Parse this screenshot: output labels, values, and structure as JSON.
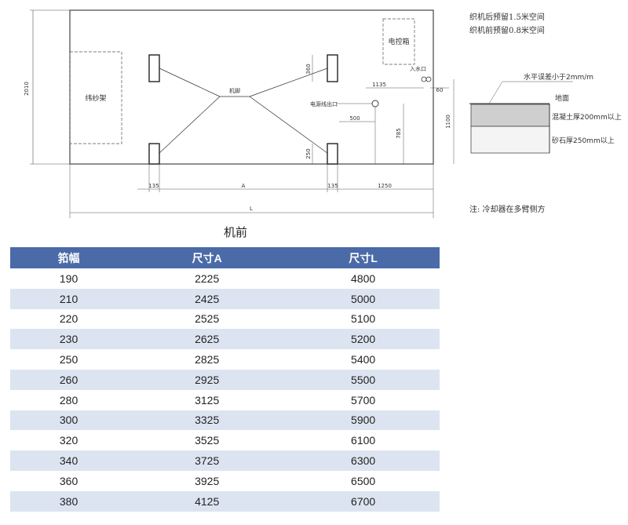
{
  "drawing": {
    "creel_label": "纬纱架",
    "control_box_label": "电控箱",
    "loom_label": "机脚",
    "power_line_label": "电源线出口",
    "water_label": "入水口",
    "dims": {
      "height_left": "2010",
      "d360": "360",
      "d1135": "1135",
      "d60": "60",
      "d500": "500",
      "d785": "785",
      "d1100": "1100",
      "d250": "250",
      "d135_left": "135",
      "a_label": "A",
      "d135_right": "135",
      "d1250": "1250",
      "l_label": "L"
    },
    "caption": "机前"
  },
  "notes": {
    "line1": "织机后预留1.5米空间",
    "line2": "织机前预留0.8米空间"
  },
  "ground": {
    "level_note": "水平误差小于2mm/m",
    "floor_label": "地面",
    "concrete_label": "混凝土厚200mm以上",
    "gravel_label": "砂石厚250mm以上",
    "footnote": "注: 冷却器在多臂侧方"
  },
  "table": {
    "headers": [
      "筘幅",
      "尺寸A",
      "尺寸L"
    ],
    "rows": [
      [
        "190",
        "2225",
        "4800"
      ],
      [
        "210",
        "2425",
        "5000"
      ],
      [
        "220",
        "2525",
        "5100"
      ],
      [
        "230",
        "2625",
        "5200"
      ],
      [
        "250",
        "2825",
        "5400"
      ],
      [
        "260",
        "2925",
        "5500"
      ],
      [
        "280",
        "3125",
        "5700"
      ],
      [
        "300",
        "3325",
        "5900"
      ],
      [
        "320",
        "3525",
        "6100"
      ],
      [
        "340",
        "3725",
        "6300"
      ],
      [
        "360",
        "3925",
        "6500"
      ],
      [
        "380",
        "4125",
        "6700"
      ]
    ]
  }
}
